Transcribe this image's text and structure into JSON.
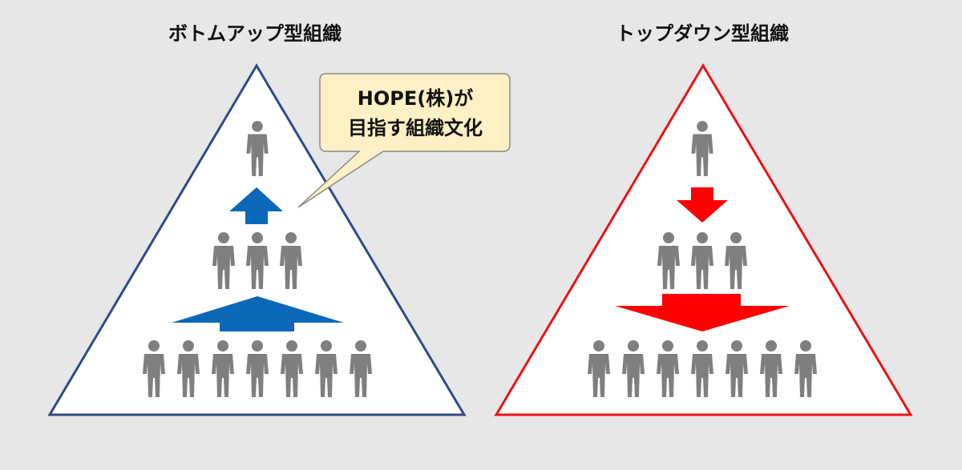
{
  "left_panel": {
    "title": "ボトムアップ型組織",
    "outline_color": "#2f4a8a",
    "arrow_color": "#0b68b8",
    "arrow_direction": "up",
    "rows": [
      1,
      3,
      7
    ]
  },
  "right_panel": {
    "title": "トップダウン型組織",
    "outline_color": "#ee1111",
    "arrow_color": "#ff0000",
    "arrow_direction": "down",
    "rows": [
      1,
      3,
      7
    ]
  },
  "callout": {
    "line1": "HOPE(株)が",
    "line2": "目指す組織文化",
    "fill": "#fdf0c4",
    "border": "#8a8a8a"
  },
  "person_icon": {
    "icon": "person-icon",
    "color": "#7f7f7f"
  }
}
